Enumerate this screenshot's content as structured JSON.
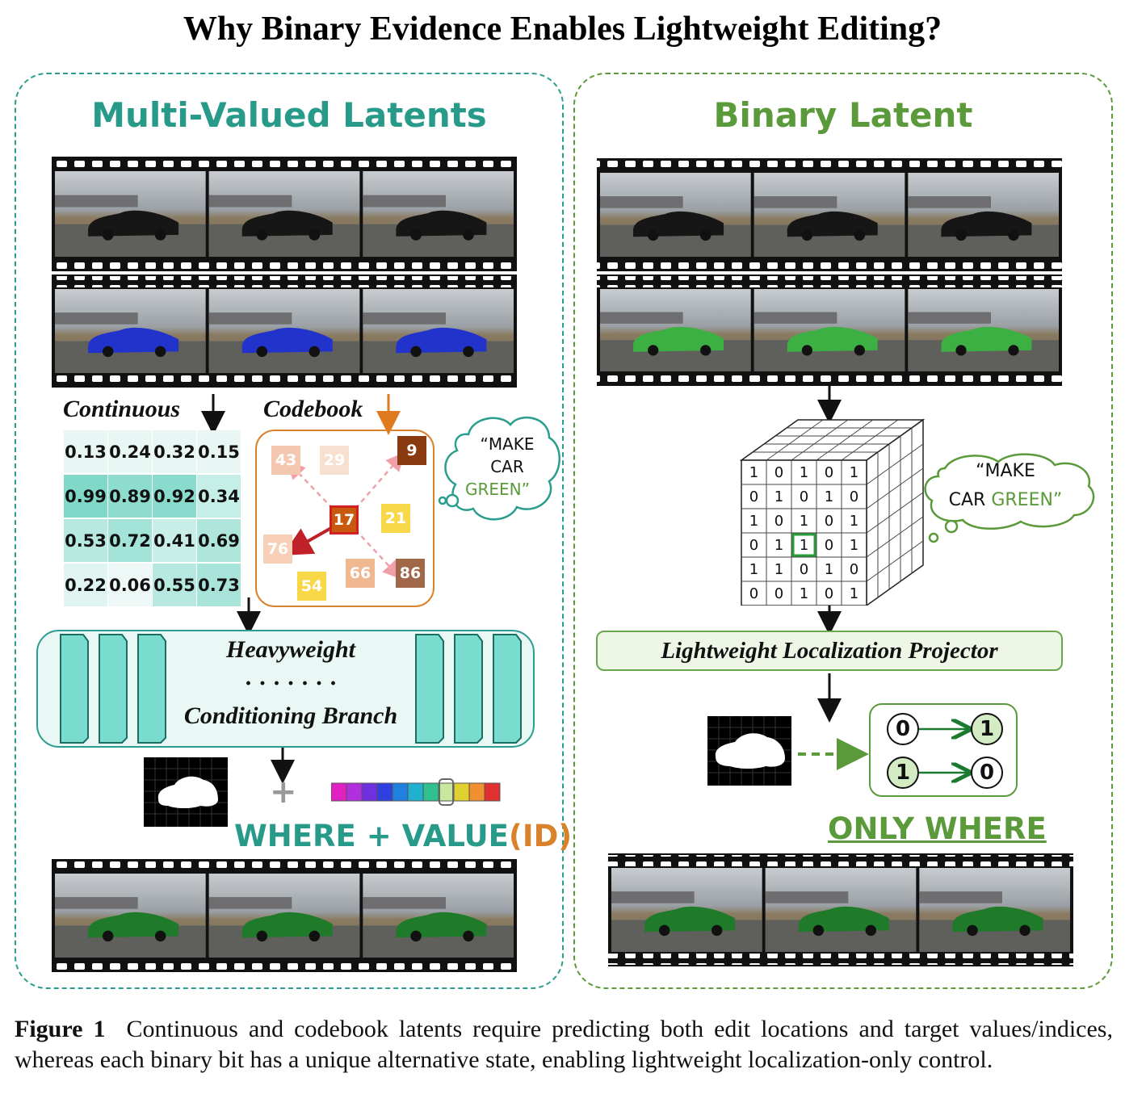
{
  "title": "Why Binary Evidence Enables Lightweight Editing?",
  "left_panel": {
    "heading": "Multi-Valued Latents",
    "continuous_label": "Continuous",
    "codebook_label": "Codebook",
    "continuous_grid": [
      [
        "0.13",
        "0.24",
        "0.32",
        "0.15"
      ],
      [
        "0.99",
        "0.89",
        "0.92",
        "0.34"
      ],
      [
        "0.53",
        "0.72",
        "0.41",
        "0.69"
      ],
      [
        "0.22",
        "0.06",
        "0.55",
        "0.73"
      ]
    ],
    "codebook_tiles": [
      "43",
      "29",
      "9",
      "17",
      "21",
      "76",
      "66",
      "86",
      "54"
    ],
    "bubble_line1": "“MAKE",
    "bubble_line2": "CAR",
    "bubble_line3": "GREEN”",
    "branch_line1": "Heavyweight",
    "branch_dots": "· · · · · · ·",
    "branch_line2": "Conditioning Branch",
    "plus": "+",
    "where_value_main": "WHERE + VALUE",
    "where_value_id": "(ID)"
  },
  "right_panel": {
    "heading": "Binary Latent",
    "bubble_line1": "“MAKE",
    "bubble_line2a": "CAR ",
    "bubble_line2b": "GREEN”",
    "cube_front": [
      [
        "1",
        "0",
        "1",
        "0",
        "1"
      ],
      [
        "0",
        "1",
        "0",
        "1",
        "0"
      ],
      [
        "1",
        "0",
        "1",
        "0",
        "1"
      ],
      [
        "0",
        "1",
        "1",
        "0",
        "1"
      ],
      [
        "1",
        "1",
        "0",
        "1",
        "0"
      ],
      [
        "0",
        "0",
        "1",
        "0",
        "1"
      ]
    ],
    "projector_label": "Lightweight Localization Projector",
    "flip_from": [
      "0",
      "1"
    ],
    "flip_to": [
      "1",
      "0"
    ],
    "only_where": "ONLY WHERE"
  },
  "caption_label": "Figure 1",
  "caption_text": "Continuous and codebook latents require predicting both edit locations and target values/indices, whereas each binary bit has a unique alternative state, enabling lightweight localization-only control.",
  "colors": {
    "teal": "#279a8a",
    "green": "#5a9a3a",
    "orange": "#d9822b",
    "mask_blue": "#2233cc",
    "mask_green": "#3cb043"
  }
}
